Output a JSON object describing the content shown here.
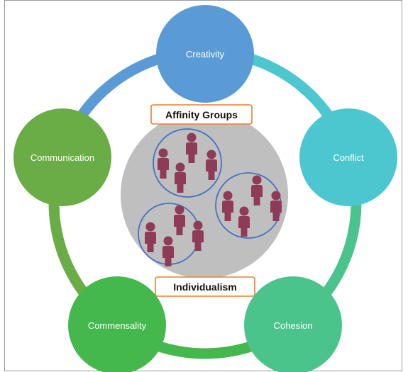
{
  "diagram": {
    "center": {
      "top_label": "Affinity Groups",
      "bottom_label": "Individualism"
    },
    "nodes": [
      {
        "id": "creativity",
        "label": "Creativity",
        "color": "#5b9bd5"
      },
      {
        "id": "conflict",
        "label": "Conflict",
        "color": "#4dc7cf"
      },
      {
        "id": "cohesion",
        "label": "Cohesion",
        "color": "#4bc48c"
      },
      {
        "id": "commensality",
        "label": "Commensality",
        "color": "#45b84d"
      },
      {
        "id": "communication",
        "label": "Communication",
        "color": "#6aac45"
      }
    ],
    "colors": {
      "hub": "#bfbfbf",
      "group_ring": "#4472c4",
      "person": "#8e3b57",
      "tag_border": "#ed7d31"
    }
  }
}
